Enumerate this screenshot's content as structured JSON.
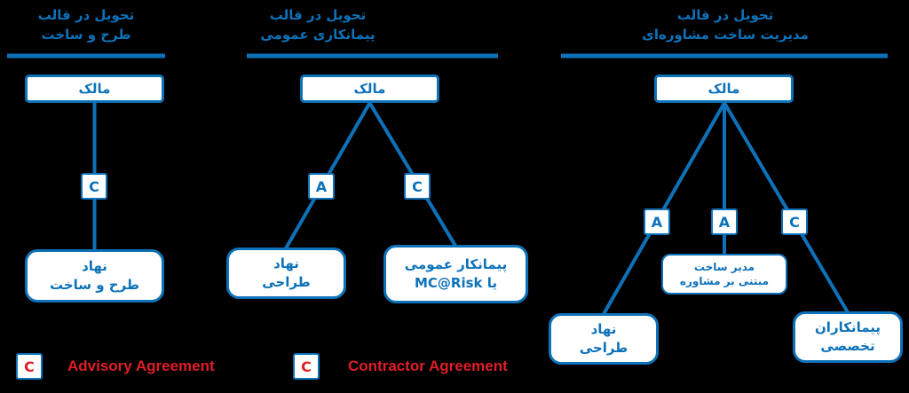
{
  "background": "#000000",
  "colors": {
    "primary_blue": "#0d72b9",
    "accent_red": "#e01e25",
    "box_fill": "#ffffff"
  },
  "diagrams": {
    "design_build": {
      "title_line1": "تحویل در قالب",
      "title_line2": "طرح و ساخت",
      "owner_label": "مالک",
      "connector_c": "C",
      "entity_line1": "نهاد",
      "entity_line2": "طرح و ساخت"
    },
    "general_contracting": {
      "title_line1": "تحویل در قالب",
      "title_line2": "پیمانکاری عمومی",
      "owner_label": "مالک",
      "connector_a": "A",
      "connector_c": "C",
      "design_entity_line1": "نهاد",
      "design_entity_line2": "طراحی",
      "contractor_line1": "پیمانکار عمومی",
      "contractor_line2": "یا MC@Risk"
    },
    "advisory_cm": {
      "title_line1": "تحویل در قالب",
      "title_line2": "مدیریت ساخت مشاوره‌ای",
      "owner_label": "مالک",
      "connector_a1": "A",
      "connector_a2": "A",
      "connector_c": "C",
      "cm_line1": "مدیر ساخت",
      "cm_line2": "مبتنی بر مشاوره",
      "design_entity_line1": "نهاد",
      "design_entity_line2": "طراحی",
      "specialty_line1": "پیمانکاران",
      "specialty_line2": "تخصصی"
    }
  },
  "legend": {
    "advisory": {
      "letter": "C",
      "label": "Advisory Agreement"
    },
    "contractor": {
      "letter": "C",
      "label": "Contractor Agreement"
    }
  }
}
